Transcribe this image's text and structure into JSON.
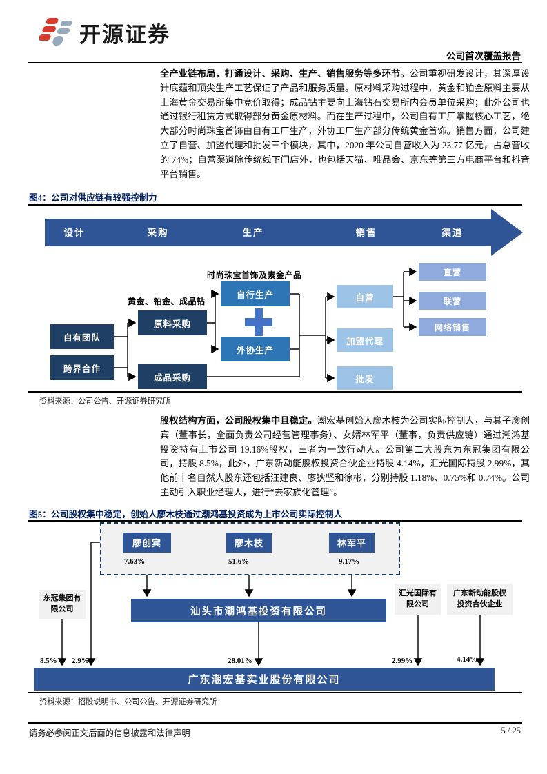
{
  "header": {
    "brand": "开源证券",
    "report_type": "公司首次覆盖报告"
  },
  "para1": {
    "lead": "全产业链布局，打通设计、采购、生产、销售服务等多环节。",
    "body": "公司重视研发设计，其深厚设计底蕴和顶尖生产工艺保证了产品和服务质量。原材料采购过程中，黄金和铂金原料主要从上海黄金交易所集中竞价取得；成品钻主要向上海钻石交易所内会员单位采购；此外公司也通过银行租赁方式取得部分黄金原材料。而在生产过程中，公司自有工厂掌握核心工艺，绝大部分时尚珠宝首饰由自有工厂生产，外协工厂生产部分传统黄金首饰。销售方面，公司建立了自营、加盟代理和批发三个模块，其中，2020 年公司自营收入为 23.77 亿元，占总营收的 74%；自营渠道除传统线下门店外，也包括天猫、唯品会、京东等第三方电商平台和抖音平台销售。"
  },
  "figure4": {
    "title": "图4：公司对供应链有较强控制力",
    "stages": [
      "设计",
      "采购",
      "生产",
      "销售",
      "渠道"
    ],
    "design_boxes": [
      "自有团队",
      "跨界合作"
    ],
    "procure_label": "黄金、铂金、成品钻",
    "procure_boxes": [
      "原料采购",
      "成品采购"
    ],
    "produce_label": "时尚珠宝首饰及素金产品",
    "produce_boxes": [
      "自行生产",
      "外协生产"
    ],
    "sales_boxes": [
      "自营",
      "加盟代理",
      "批发"
    ],
    "channel_boxes": [
      "直营",
      "联营",
      "网络销售"
    ],
    "source": "资料来源：公司公告、开源证券研究所"
  },
  "para2": {
    "lead": "股权结构方面，公司股权集中且稳定。",
    "body": "潮宏基创始人廖木枝为公司实际控制人，与其子廖创宾（董事长，全面负责公司经营管理事务）、女婿林军平（董事，负责供应链）通过潮鸿基投资持有上市公司 19.16%股权，三者为一致行动人。公司第二大股东为东冠集团有限公司，持股 8.5%，此外，广东新动能股权投资合伙企业持股 4.14%，汇光国际持股 2.99%，其他前十名自然人股东还包括汪建良、廖狄坚和徐彬，分别持股 1.18%、0.75%和 0.74%。公司主动引入职业经理人，进行“去家族化管理”。"
  },
  "figure5": {
    "title": "图5：公司股权集中稳定，创始人廖木枝通过潮鸿基投资成为上市公司实际控制人",
    "founders": [
      {
        "name": "廖创宾",
        "pct": "7.63%"
      },
      {
        "name": "廖木枝",
        "pct": "51.6%"
      },
      {
        "name": "林军平",
        "pct": "9.17%"
      }
    ],
    "direct_holding_pct": "2.9%",
    "holding_company": {
      "name": "汕头市潮鸿基投资有限公司",
      "pct": "28.01%"
    },
    "other_holders": [
      {
        "name": "东冠集团有限公司",
        "pct": "8.5%"
      },
      {
        "name": "汇光国际有限公司",
        "pct": "2.99%"
      },
      {
        "name": "广东新动能股权投资合伙企业",
        "pct": "4.14%"
      }
    ],
    "listed_company": "广东潮宏基实业股份有限公司",
    "source": "资料来源：招股说明书、公司公告、开源证券研究所"
  },
  "footer": {
    "disclaimer": "请务必参阅正文后面的信息披露和法律声明",
    "page": "5 / 25"
  },
  "colors": {
    "brand_red": "#D93A2B",
    "brand_gray": "#97A9BC",
    "title_blue": "#002060",
    "navy": "#1F4064",
    "mid_blue": "#2E75B6",
    "light_blue": "#9DC3E6",
    "periwinkle": "#8FAADC",
    "deep_blue": "#2F5597",
    "plus_blue": "#4472C4"
  }
}
